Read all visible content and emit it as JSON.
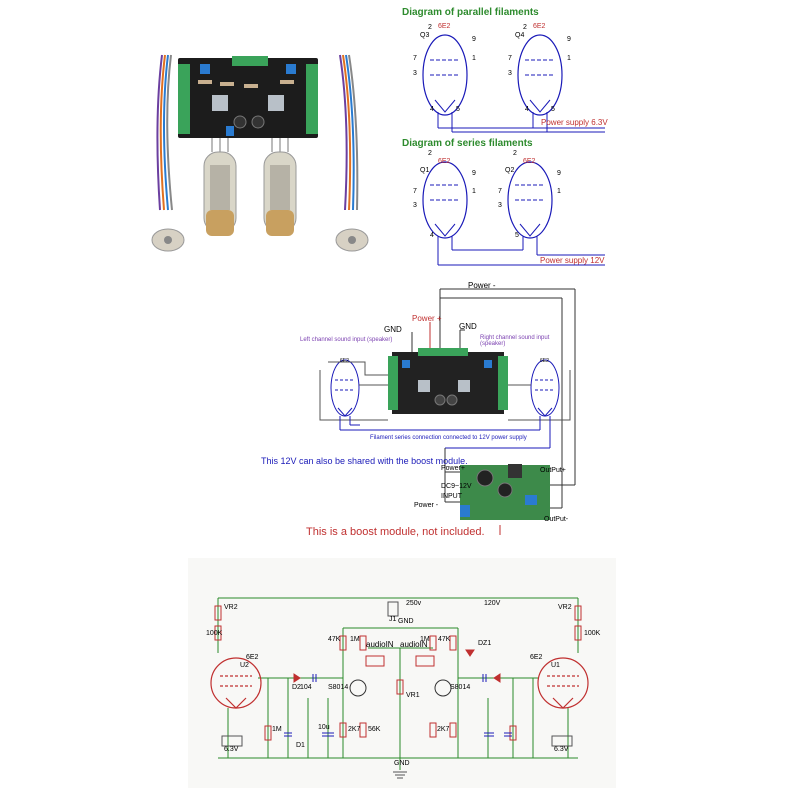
{
  "parallel": {
    "title": "Diagram of parallel filaments",
    "tube_type": "6E2",
    "tubes": [
      "Q3",
      "Q4"
    ],
    "pins_top": "2",
    "pins_left": [
      "7",
      "3"
    ],
    "pins_right": [
      "9",
      "1"
    ],
    "pins_bottom": [
      "4",
      "5"
    ],
    "supply": "Power supply 6.3V"
  },
  "series": {
    "title": "Diagram of series filaments",
    "tube_type": "6E2",
    "tubes": [
      "Q1",
      "Q2"
    ],
    "pins_top": "2",
    "pins_left": [
      "7",
      "3"
    ],
    "pins_right": [
      "9",
      "1"
    ],
    "pins_bottom": [
      "4",
      "5"
    ],
    "supply": "Power supply 12V"
  },
  "wiring": {
    "power_minus_top": "Power -",
    "power_plus": "Power +",
    "gnd_left": "GND",
    "gnd_right": "GND",
    "left_input": "Left channel sound input (speaker)",
    "right_input": "Right channel sound input (speaker)",
    "tube_label": "6E2",
    "filament_note": "Filament series connection connected to 12V power supply",
    "shared_note": "This 12V can also be shared with the boost module.",
    "boost_power_plus": "Power+",
    "boost_input_voltage": "DC9~12V",
    "boost_input": "INPUT",
    "boost_power_minus": "Power -",
    "boost_output_plus": "OutPut+",
    "boost_output_minus": "OutPut-",
    "boost_note": "This is a boost module, not included."
  },
  "schematic": {
    "hv": "250v",
    "j1": "J1",
    "gnd": "GND",
    "vr2_left": "VR2",
    "vr2_right": "VR2",
    "r100k_left": "100K",
    "r100k_right": "100K",
    "tube_left": "6E2",
    "tube_right": "6E2",
    "u_left": "U2",
    "u_right": "U1",
    "fil_left": "6.3V",
    "fil_right": "6.3V",
    "r47k_left": "47K",
    "r47k_right": "47K",
    "r1m_left": "1M",
    "r1m_right": "1M",
    "audio_left": "audioIN",
    "audio_right": "audioIN",
    "q_left": "S8014",
    "q_right": "S8014",
    "c104": "104",
    "c120v": "120V",
    "dz": "DZ1",
    "r2k7_left": "2K7",
    "r2k7_right": "2K7",
    "r56k": "56K",
    "r1m_bottom": "1M",
    "c10u": "10u",
    "d1": "D1",
    "d2": "D2",
    "vr1": "VR1",
    "gnd_bottom": "GND"
  }
}
